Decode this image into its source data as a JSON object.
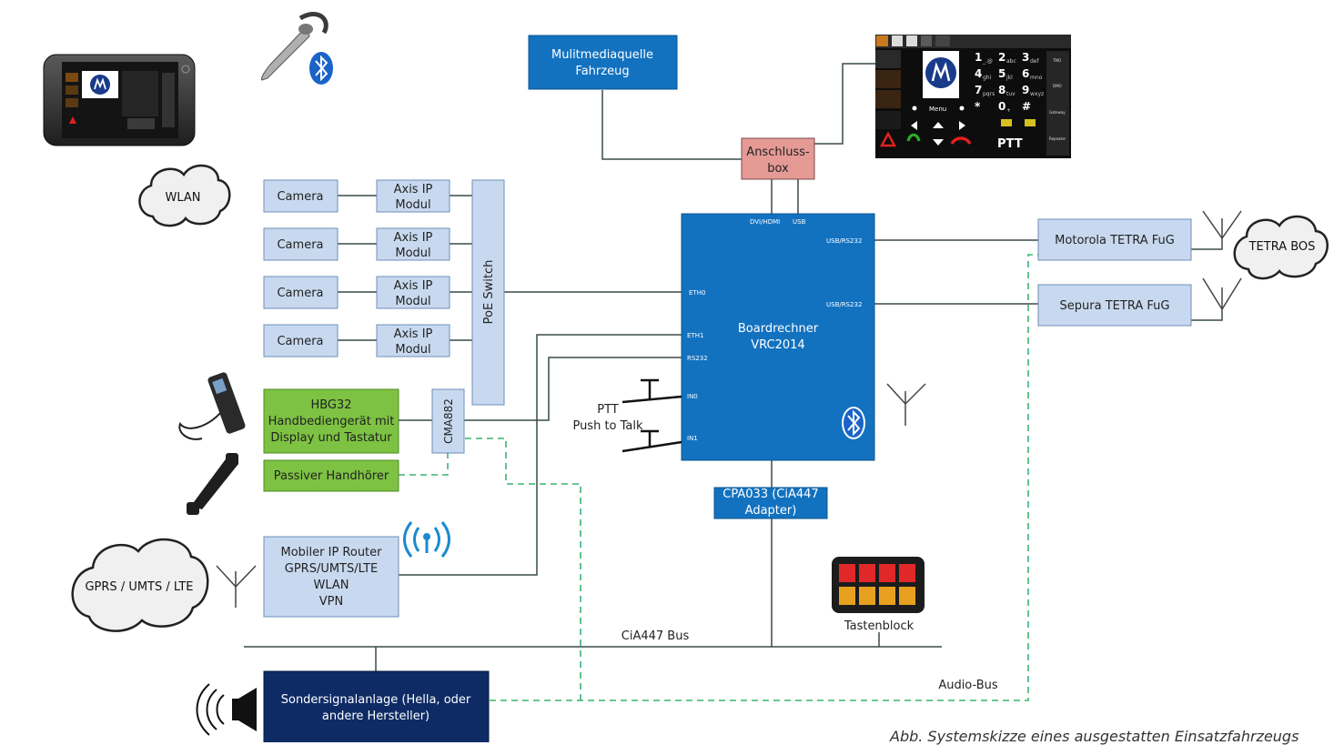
{
  "nodes": {
    "multimedia": [
      "Mulitmediaquelle",
      "Fahrzeug"
    ],
    "anschluss": [
      "Anschluss-",
      "box"
    ],
    "camera": "Camera",
    "axis": [
      "Axis IP",
      "Modul"
    ],
    "poe": "PoE Switch",
    "board": {
      "title": [
        "Boardrechner",
        "VRC2014"
      ],
      "ports": [
        "DVI/HDMI",
        "USB",
        "USB/RS232",
        "USB/RS232",
        "ETH0",
        "ETH1",
        "RS232",
        "IN0",
        "IN1"
      ]
    },
    "hbg": [
      "HBG32",
      "Handbediengerät mit",
      "Display und Tastatur"
    ],
    "cma": "CMA882",
    "passiv": "Passiver Handhörer",
    "router": [
      "Mobiler IP Router",
      "GPRS/UMTS/LTE",
      "WLAN",
      "VPN"
    ],
    "cpa": [
      "CPA033 (CiA447",
      "Adapter)"
    ],
    "motorola_fug": "Motorola TETRA FuG",
    "sepura_fug": "Sepura TETRA FuG",
    "sondersignal": [
      "Sondersignalanlage (Hella, oder",
      "andere Hersteller)"
    ],
    "tastenblock": "Tastenblock"
  },
  "clouds": {
    "wlan": "WLAN",
    "tetra_bos": "TETRA BOS",
    "gprs": "GPRS / UMTS / LTE"
  },
  "labels": {
    "ptt": [
      "PTT",
      "Push to Talk"
    ],
    "cia_bus": "CiA447 Bus",
    "audio_bus": "Audio-Bus"
  },
  "device_screen": {
    "keys": [
      "1",
      "2",
      "3",
      "4",
      "5",
      "6",
      "7",
      "8",
      "9",
      "*",
      "0",
      "#"
    ],
    "key_sub": [
      "_.@",
      "abc",
      "def",
      "ghi",
      "jkl",
      "mno",
      "pqrs",
      "tuv",
      "wxyz",
      "",
      "+",
      ""
    ],
    "menu": "Menu",
    "ptt": "PTT",
    "side": [
      "TMO",
      "DMO",
      "Gateway",
      "Repeater"
    ]
  },
  "caption": "Abb. Systemskizze eines ausgestatten Einsatzfahrzeugs",
  "colors": {
    "blue_box": "#1272c0",
    "light_box": "#c8d9ef",
    "green_box": "#7dc242",
    "pink_box": "#e59a96",
    "dark_box": "#0e2b65",
    "line": "#3a4a4a",
    "audio": "#3cb371"
  }
}
